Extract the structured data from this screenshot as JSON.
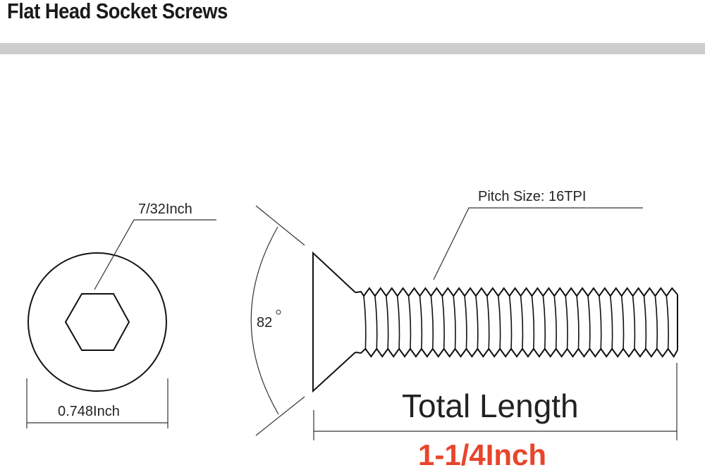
{
  "header": {
    "title": "Flat Head Socket Screws"
  },
  "labels": {
    "hex_size": "7/32Inch",
    "head_diameter": "0.748Inch",
    "angle": "82",
    "pitch": "Pitch Size: 16TPI",
    "total_length_label": "Total Length",
    "total_length_value": "1-1/4Inch"
  },
  "colors": {
    "accent": "#e8452c",
    "line": "#111111",
    "band": "#cdcdcd"
  }
}
